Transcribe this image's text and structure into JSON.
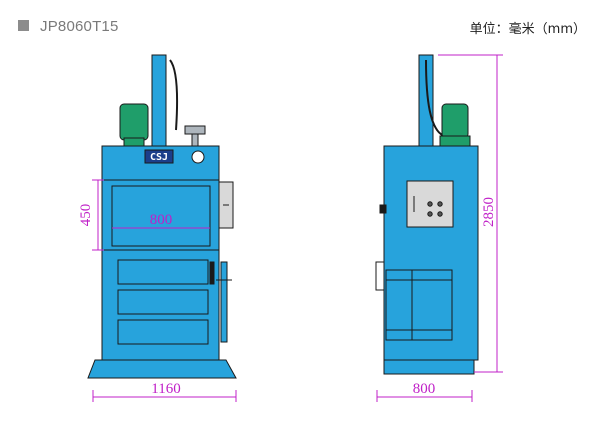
{
  "header": {
    "model": "JP8060T15",
    "unit": "单位：毫米（mm）"
  },
  "front_view": {
    "brand": "CSJ",
    "dims": {
      "height_chamber": "450",
      "width_opening": "800",
      "width_base": "1160"
    }
  },
  "side_view": {
    "dims": {
      "total_height": "2850",
      "depth_base": "800"
    }
  },
  "colors": {
    "machine_blue": "#27a3dc",
    "outline": "#1a1a1a",
    "motor_green": "#1f9e6a",
    "dimension_magenta": "#c020c8",
    "panel_gray": "#d9d9d9"
  }
}
